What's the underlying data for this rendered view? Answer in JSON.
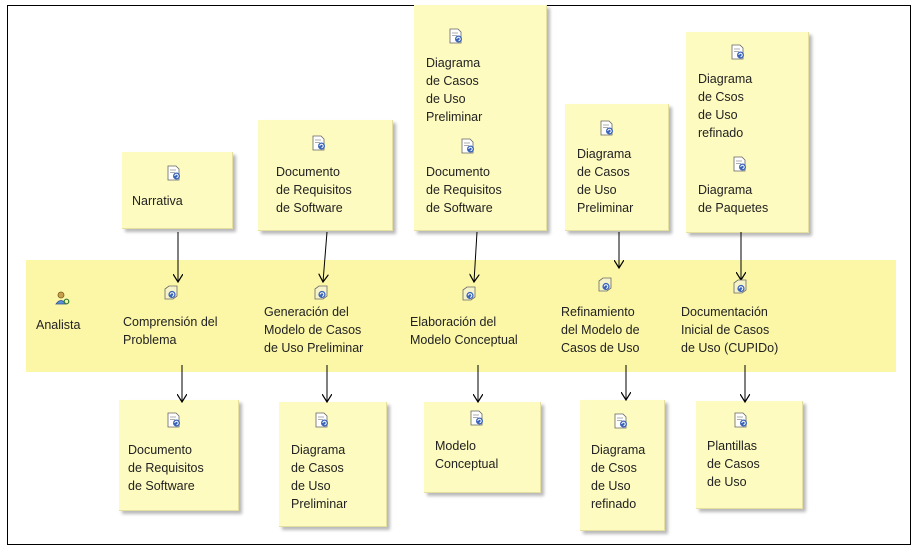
{
  "diagram": {
    "roles": {
      "analista": "Analista"
    },
    "inputs": {
      "narrativa": "Narrativa",
      "documento_req_1": "Documento\nde Requisitos\nde Software",
      "diagrama_prelim_a": "Diagrama\nde Casos\nde Uso\nPreliminar",
      "documento_req_2": "Documento\nde Requisitos\nde Software",
      "diagrama_prelim_b": "Diagrama\nde Casos\nde Uso\nPreliminar",
      "diagrama_refinado": "Diagrama\nde Csos\nde Uso\nrefinado",
      "diagrama_paquetes": "Diagrama\nde Paquetes"
    },
    "activities": {
      "comprension": "Comprensión del\nProblema",
      "generacion": "Generación del\nModelo de Casos\nde Uso Preliminar",
      "elaboracion": "Elaboración del\nModelo Conceptual",
      "refinamiento": "Refinamiento\ndel Modelo de\nCasos de Uso",
      "documentacion": "Documentación\nInicial de Casos\nde Uso (CUPIDo)"
    },
    "outputs": {
      "documento_req": "Documento\nde Requisitos\nde Software",
      "diagrama_prelim": "Diagrama\nde Casos\nde Uso\nPreliminar",
      "modelo_conceptual": "Modelo\nConceptual",
      "diagrama_refinado": "Diagrama\nde Csos\nde Uso\nrefinado",
      "plantillas": "Plantillas\nde Casos\nde Uso"
    }
  },
  "colors": {
    "band": "#fbf7a6",
    "note": "#fdfbbf",
    "icon_blue": "#3a64b8"
  }
}
